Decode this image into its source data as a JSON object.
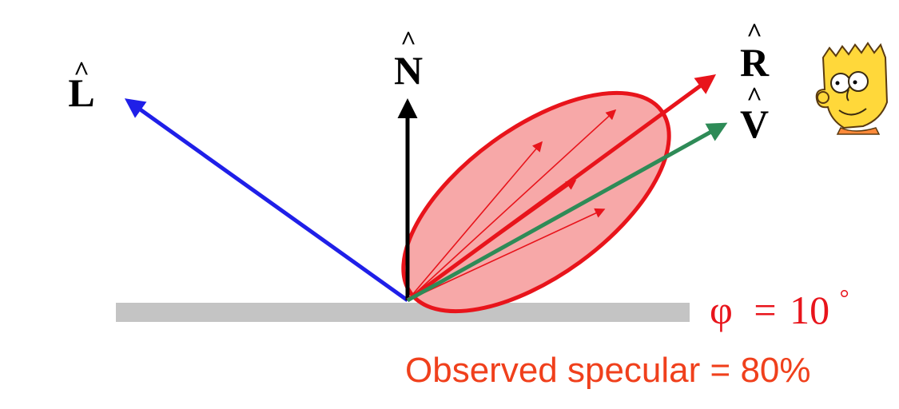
{
  "vectors": {
    "light": {
      "symbol": "L",
      "hat": "^",
      "color": "#1f1fe8"
    },
    "normal": {
      "symbol": "N",
      "hat": "^",
      "color": "#000000"
    },
    "reflect": {
      "symbol": "R",
      "hat": "^",
      "color": "#e8141b"
    },
    "view": {
      "symbol": "V",
      "hat": "^",
      "color": "#2e8b57"
    }
  },
  "angle": {
    "symbol": "φ",
    "equals": "=",
    "value": "10",
    "unit": "°",
    "color": "#e8141b"
  },
  "observed": {
    "label": "Observed specular = 80%",
    "color": "#f0401c"
  },
  "colors": {
    "surface": "#c4c4c4",
    "lobe_fill": "#f7a8a8",
    "lobe_stroke": "#e8141b"
  },
  "viewer_icon": "cartoon-viewer-face-icon"
}
